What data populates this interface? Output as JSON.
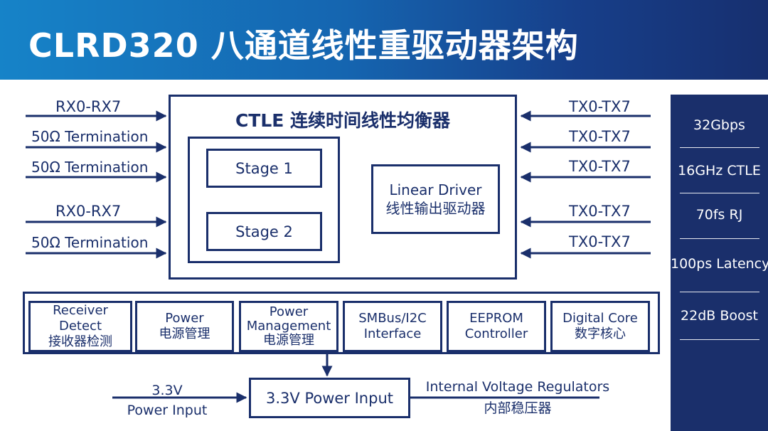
{
  "header": {
    "title": "CLRD320 八通道线性重驱动器架构"
  },
  "inputs": [
    {
      "label": "RX0-RX7"
    },
    {
      "label": "50Ω Termination"
    },
    {
      "label": "50Ω Termination"
    },
    {
      "label": "RX0-RX7"
    },
    {
      "label": "50Ω Termination"
    }
  ],
  "outputs": [
    {
      "label": "TX0-TX7"
    },
    {
      "label": "TX0-TX7"
    },
    {
      "label": "TX0-TX7"
    },
    {
      "label": "TX0-TX7"
    },
    {
      "label": "TX0-TX7"
    }
  ],
  "ctle": {
    "title": "CTLE 连续时间线性均衡器",
    "stage1": "Stage 1",
    "stage2": "Stage 2",
    "driver_line1": "Linear Driver",
    "driver_line2": "线性输出驱动器"
  },
  "blocks": [
    {
      "line1": "Receiver Detect",
      "line2": "接收器检测"
    },
    {
      "line1": "Power",
      "line2": "电源管理"
    },
    {
      "line1": "Power",
      "line2": "Management",
      "line3": "电源管理"
    },
    {
      "line1": "SMBus/I2C",
      "line2": "Interface"
    },
    {
      "line1": "EEPROM",
      "line2": "Controller"
    },
    {
      "line1": "Digital Core",
      "line2": "数字核心"
    }
  ],
  "power": {
    "input_line1": "3.3V",
    "input_line2": "Power Input",
    "box": "3.3V Power Input",
    "regulator_line1": "Internal Voltage Regulators",
    "regulator_line2": "内部稳压器"
  },
  "specs": [
    "32Gbps",
    "16GHz CTLE",
    "70fs RJ",
    "100ps Latency",
    "22dB Boost"
  ],
  "colors": {
    "header_start": "#1683c8",
    "header_end": "#172f6f",
    "diagram": "#1a2f6b",
    "panel": "#1a2f6b"
  }
}
